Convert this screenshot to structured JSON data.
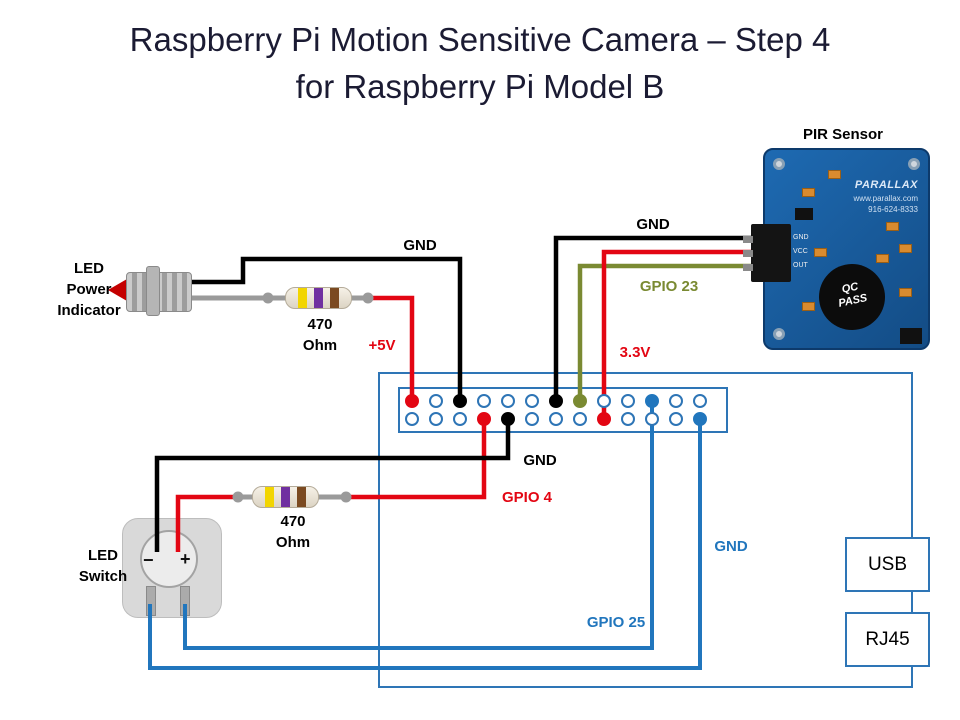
{
  "title": {
    "line1": "Raspberry Pi Motion Sensitive Camera – Step 4",
    "line2": "for Raspberry Pi Model B"
  },
  "colors": {
    "red": "#e30613",
    "black": "#000000",
    "olive": "#7a8a32",
    "blue": "#2176bd",
    "grey": "#9a9a9a",
    "outline": "#2e75b6",
    "title": "#1b1b33"
  },
  "labels": {
    "pir_sensor": "PIR Sensor",
    "led_power_indicator": [
      "LED",
      "Power",
      "Indicator"
    ],
    "led_switch": [
      "LED",
      "Switch"
    ],
    "resistor_top": [
      "470",
      "Ohm"
    ],
    "resistor_bottom": [
      "470",
      "Ohm"
    ],
    "gnd_led": "GND",
    "gnd_pir": "GND",
    "gpio23": "GPIO 23",
    "plus5v": "+5V",
    "v33": "3.3V",
    "gnd_header": "GND",
    "gpio4": "GPIO 4",
    "gnd_blue": "GND",
    "gpio25": "GPIO 25",
    "usb": "USB",
    "rj45": "RJ45",
    "switch_minus": "−",
    "switch_plus": "+"
  },
  "pir_board": {
    "brand": "PARALLAX",
    "url": "www.parallax.com",
    "phone": "916-624-8333",
    "qc": [
      "QC",
      "PASS"
    ],
    "pins": [
      "GND",
      "VCC",
      "OUT"
    ]
  },
  "header_pins": {
    "top": [
      "red",
      "white",
      "black",
      "white",
      "white",
      "white",
      "black",
      "olive",
      "white",
      "white",
      "blue",
      "white",
      "white"
    ],
    "bottom": [
      "white",
      "white",
      "white",
      "red",
      "black",
      "white",
      "white",
      "white",
      "red",
      "white",
      "white",
      "white",
      "blue"
    ]
  }
}
